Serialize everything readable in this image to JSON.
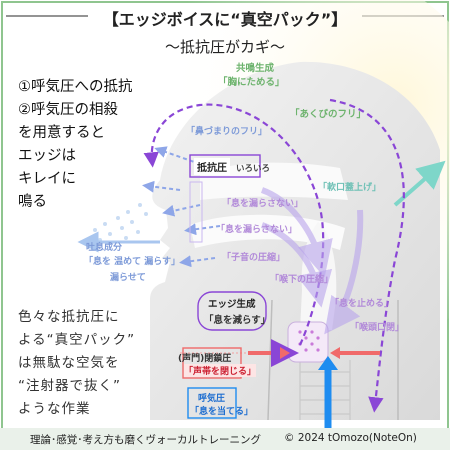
{
  "title": "【エッジボイスに“真空パック”】",
  "subtitle": "〜抵抗圧がカギ〜",
  "points": [
    "①呼気圧への抵抗",
    "②呼気圧の相殺",
    "を用意すると",
    "エッジは",
    "キレイに",
    "鳴る"
  ],
  "side_note": [
    "色々な抵抗圧に",
    "よる“真空パック”",
    "は無駄な空気を",
    "“注射器で抜く”",
    "ような作業"
  ],
  "labels": {
    "resonance_title": "共鳴生成",
    "resonance": "「胸にためる」",
    "yawn": "「あくびのフリ」",
    "nasal": "「鼻づまりのフリ」",
    "resistance": "抵抗圧",
    "various": "いろいろ",
    "palate": "「軟口蓋上げ」",
    "no_leak": "「息を漏らさない」",
    "no_leak2": "「息を漏らさない」",
    "exhale_title": "吐息成分",
    "exhale": "「息を 温めて 漏らす」",
    "exhale2": "漏らせて",
    "consonant": "「子音の圧縮」",
    "throat_pressure": "「喉下の圧縮」",
    "stop_breath": "「息を止める」",
    "glottal": "「喉頭口閉」",
    "edge_title": "エッジ生成",
    "edge": "「息を減らす」",
    "closure_title": "(声門)閉鎖圧",
    "closure": "「声帯を閉じる」",
    "exp_title": "呼気圧",
    "exp": "「息を当てる」"
  },
  "footer": {
    "left": "理論･感覚･考え方も磨くヴォーカルトレーニング",
    "right": "© 2024 tOmozo(NoteOn)"
  },
  "colors": {
    "resistance_arrow": "#8ea6e8",
    "mid_arrow": "#b9a4ec",
    "purple_arrow": "#8a46d6",
    "exp_arrow": "#1e8cf0",
    "closure_arrow": "#f06a6a",
    "yawn_arrow": "#7ed6c9",
    "exhale_arrow": "#bcd4f2"
  }
}
